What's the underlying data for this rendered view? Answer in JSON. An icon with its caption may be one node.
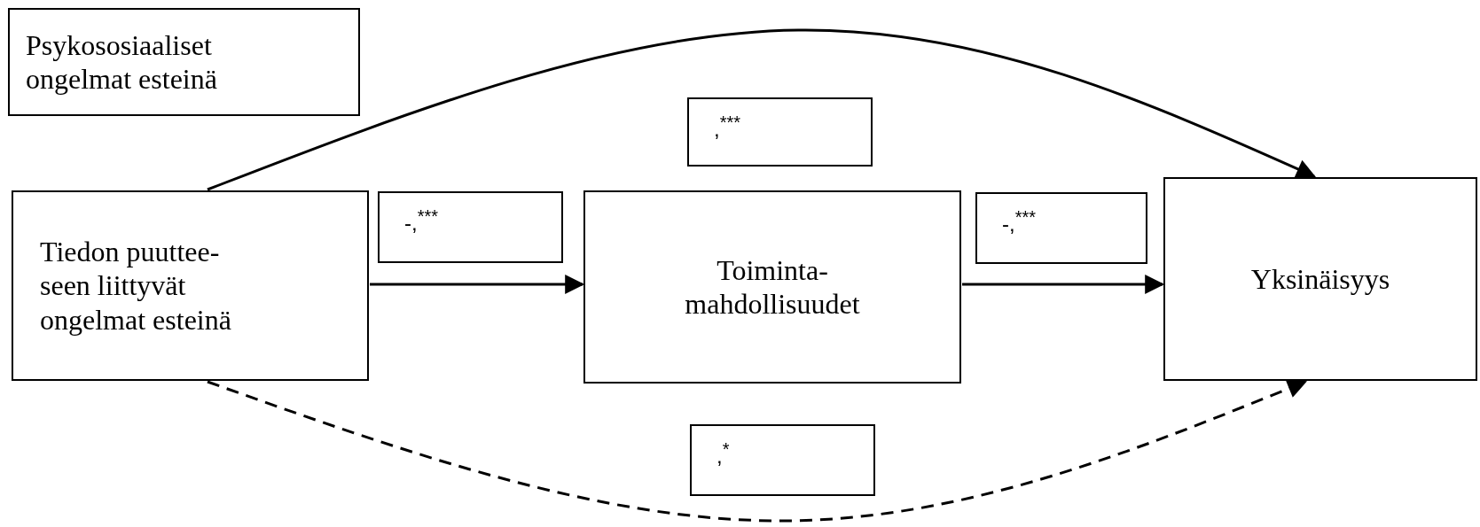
{
  "diagram": {
    "nodes": [
      {
        "text": [
          "Psykososiaaliset ongelmat esteinä"
        ]
      },
      {
        "text": [
          ",$^{***}$"
        ]
      },
      {
        "text": [
          "Tiedon puuttee- seen liittyvät ongelmat esteinä"
        ]
      },
      {
        "text": [
          "-,$^{***}$"
        ]
      },
      {
        "text": [
          "Toiminta- mahdollisuudet"
        ]
      },
      {
        "text": [
          "-,$^{***}$"
        ]
      },
      {
        "text": [
          "Yksinäisyys"
        ]
      },
      {
        "text": [
          ",$^{*}$"
        ]
      }
    ],
    "edges": [
      {
        "from": 2,
        "to": 6,
        "arrow": "to"
      },
      {
        "from": 2,
        "to": 4,
        "arrow": "to"
      },
      {
        "from": 4,
        "to": 6,
        "arrow": "to"
      },
      {
        "from": 2,
        "to": 6,
        "arrow": "to",
        "style": "dashed"
      }
    ]
  }
}
